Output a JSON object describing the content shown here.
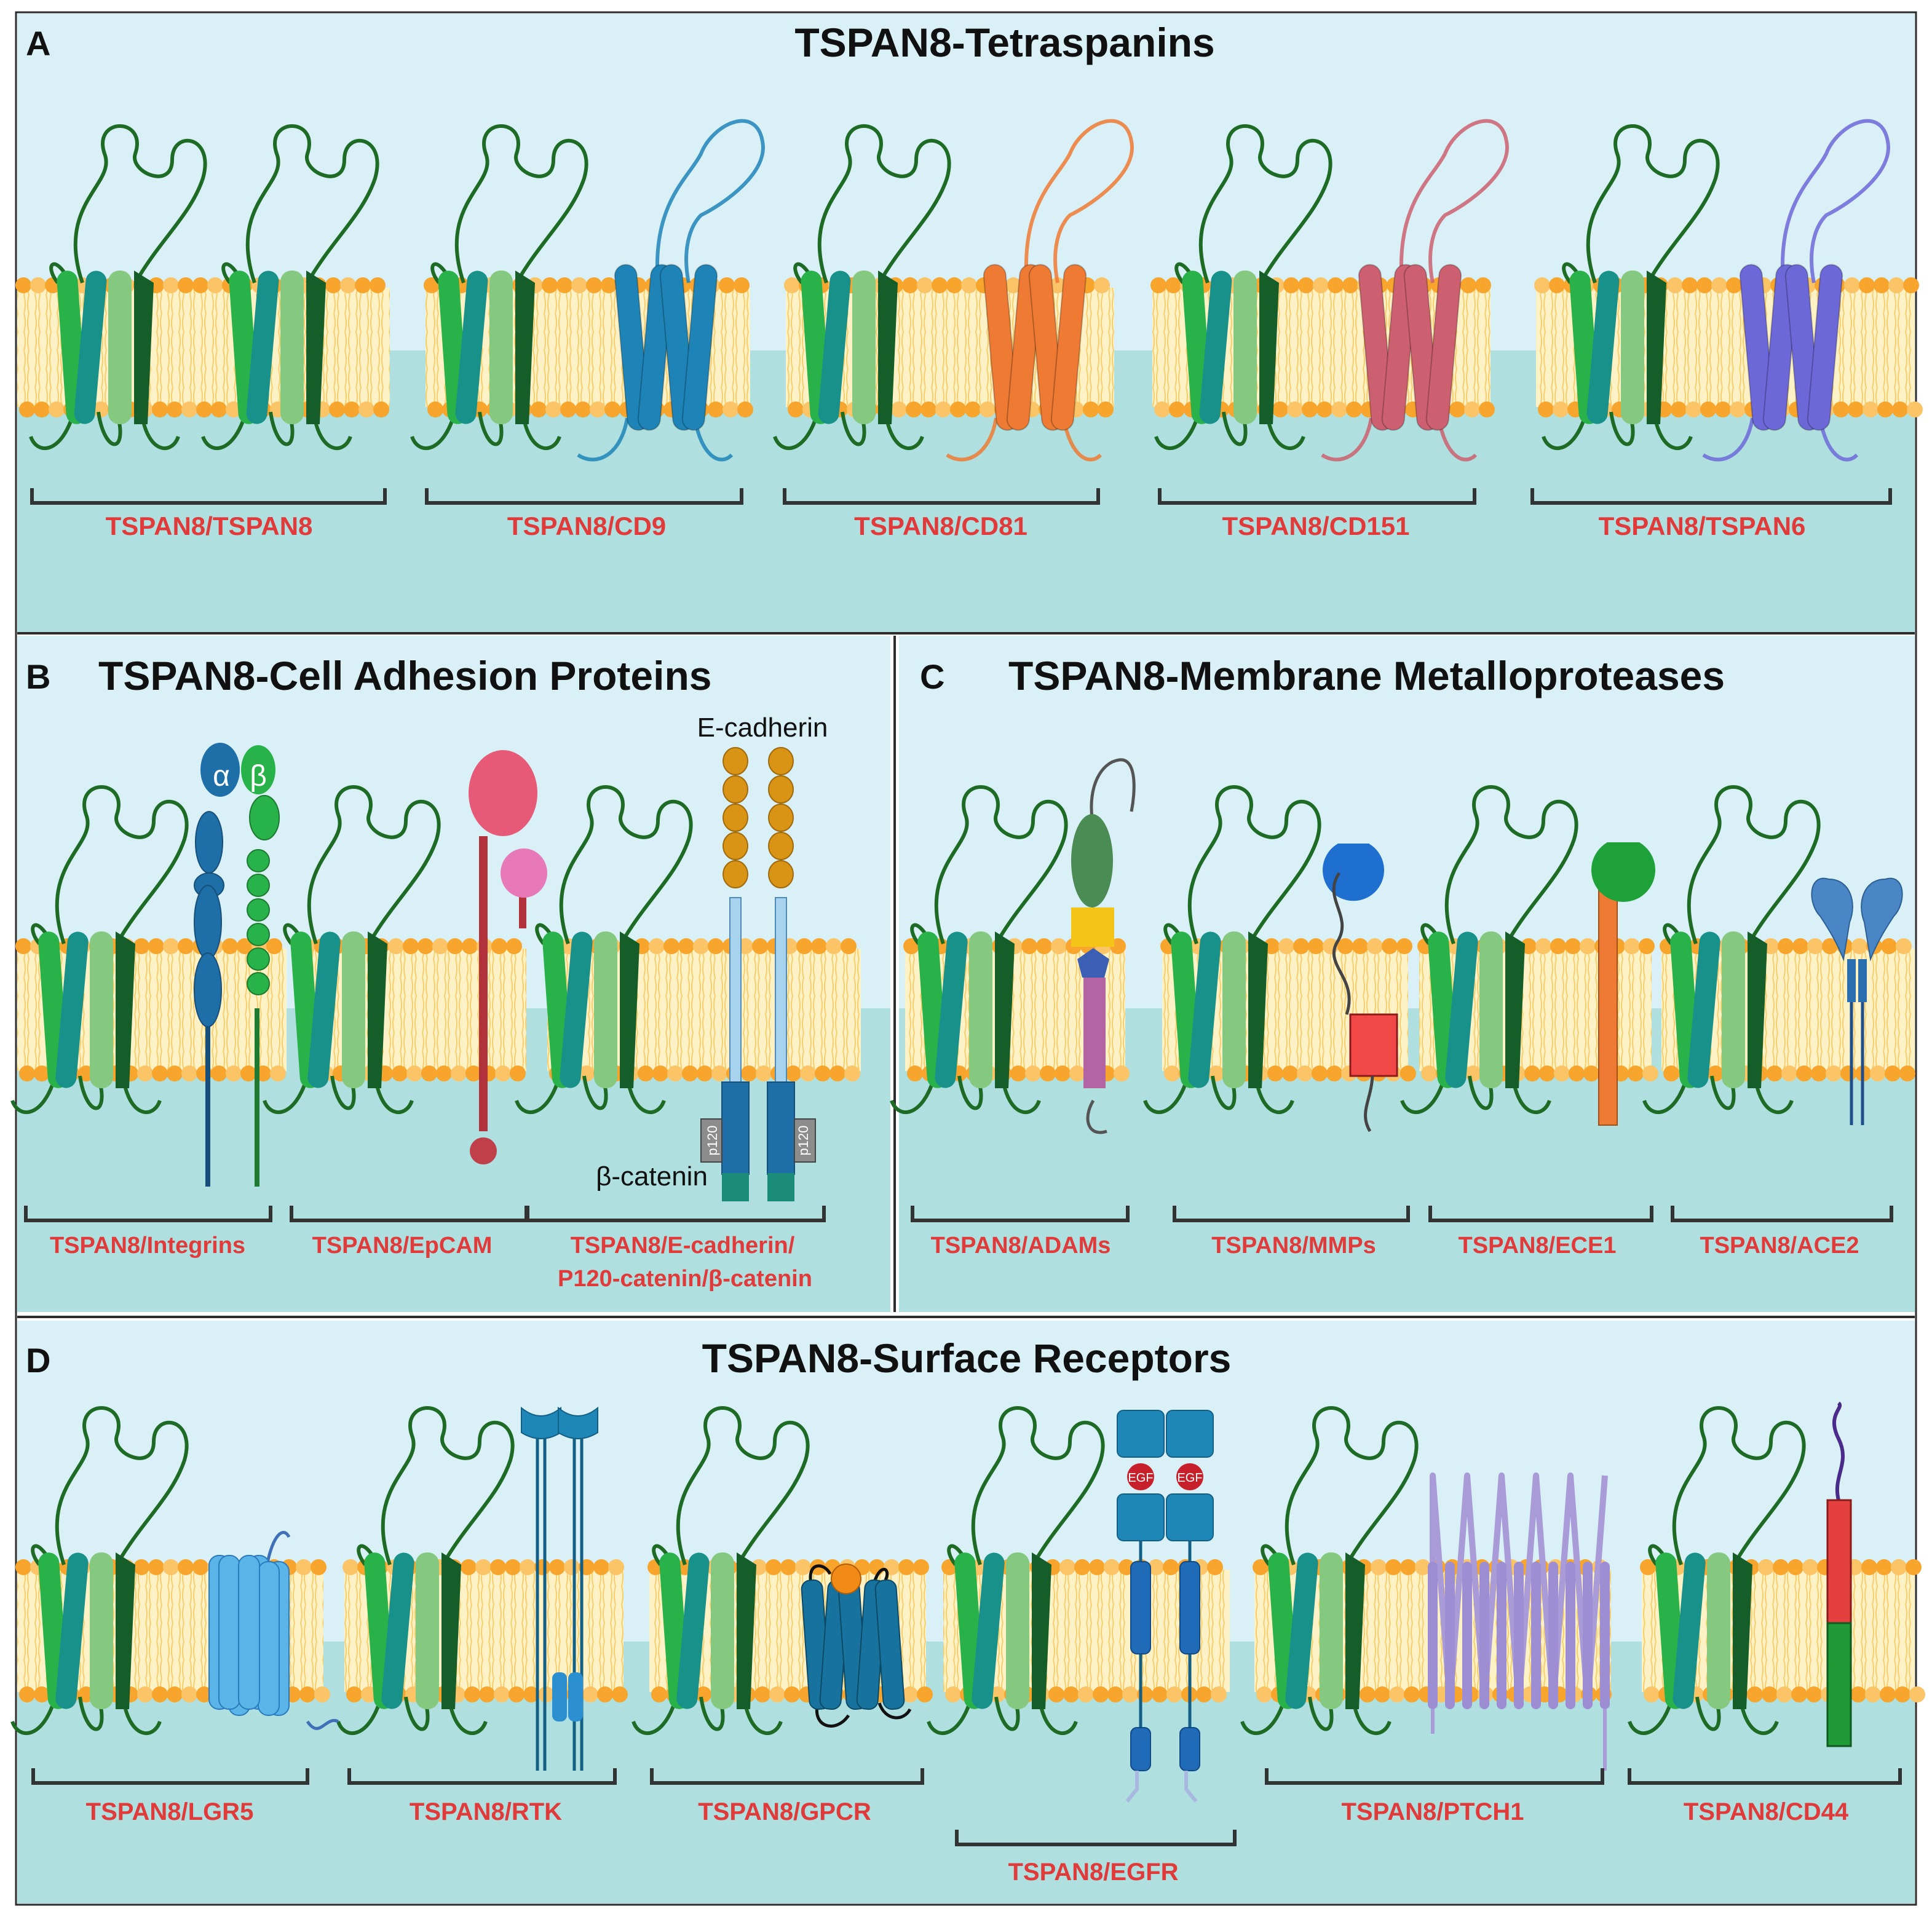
{
  "colors": {
    "panel_bg": "#d9f0f6",
    "cytoplasm": "#afe0df",
    "frame": "#2c2c2c",
    "label_red": "#e03a3a",
    "lipid_head": "#f7a52c",
    "lipid_head_light": "#fbc466",
    "lipid_core": "#fdf1c6",
    "loop_green": "#1e6b26",
    "tspan_1": "#29b24a",
    "tspan_2": "#17918a",
    "tspan_3": "#85c980",
    "tspan_4": "#165e29",
    "cd9": "#1e84b8",
    "cd81": "#ee7a34",
    "cd151": "#cd6070",
    "tspan6": "#6d68d8"
  },
  "panels": {
    "A": {
      "letter": "A",
      "title": "TSPAN8-Tetraspanins",
      "pairs": [
        {
          "label": "TSPAN8/TSPAN8",
          "partner": "tspan8"
        },
        {
          "label": "TSPAN8/CD9",
          "partner": "cd9"
        },
        {
          "label": "TSPAN8/CD81",
          "partner": "cd81"
        },
        {
          "label": "TSPAN8/CD151",
          "partner": "cd151"
        },
        {
          "label": "TSPAN8/TSPAN6",
          "partner": "tspan6"
        }
      ]
    },
    "B": {
      "letter": "B",
      "title": "TSPAN8-Cell Adhesion Proteins",
      "protein_labels": {
        "alpha": "α",
        "beta": "β",
        "e_cadherin": "E-cadherin",
        "p120": "p120",
        "beta_catenin": "β-catenin"
      },
      "pairs": [
        {
          "label": "TSPAN8/Integrins",
          "partner": "integrins"
        },
        {
          "label": "TSPAN8/EpCAM",
          "partner": "epcam"
        },
        {
          "label_lines": [
            "TSPAN8/E-cadherin/",
            "P120-catenin/β-catenin"
          ],
          "partner": "ecadherin"
        }
      ]
    },
    "C": {
      "letter": "C",
      "title": "TSPAN8-Membrane Metalloproteases",
      "pairs": [
        {
          "label": "TSPAN8/ADAMs",
          "partner": "adam"
        },
        {
          "label": "TSPAN8/MMPs",
          "partner": "mmp"
        },
        {
          "label": "TSPAN8/ECE1",
          "partner": "ece1"
        },
        {
          "label": "TSPAN8/ACE2",
          "partner": "ace2"
        }
      ]
    },
    "D": {
      "letter": "D",
      "title": "TSPAN8-Surface Receptors",
      "protein_labels": {
        "egf": "EGF"
      },
      "pairs": [
        {
          "label": "TSPAN8/LGR5",
          "partner": "lgr5"
        },
        {
          "label": "TSPAN8/RTK",
          "partner": "rtk"
        },
        {
          "label": "TSPAN8/GPCR",
          "partner": "gpcr"
        },
        {
          "label": "TSPAN8/EGFR",
          "partner": "egfr"
        },
        {
          "label": "TSPAN8/PTCH1",
          "partner": "ptch1"
        },
        {
          "label": "TSPAN8/CD44",
          "partner": "cd44"
        }
      ]
    }
  }
}
